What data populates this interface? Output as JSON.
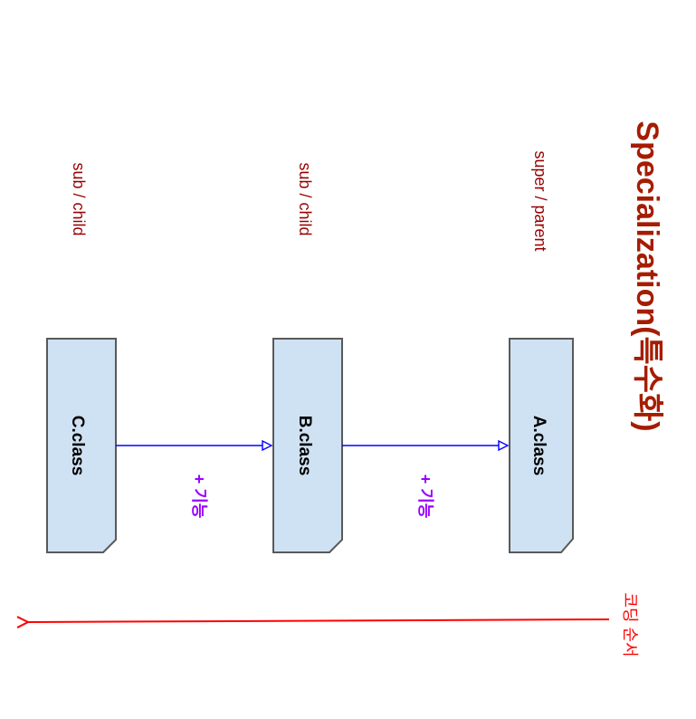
{
  "title": "Specialization(특수화)",
  "roles": {
    "a": "super / parent",
    "b": "sub / child",
    "c": "sub / child"
  },
  "classes": {
    "a": "A.class",
    "b": "B.class",
    "c": "C.class"
  },
  "edges": {
    "c_to_b": "+ 기능",
    "b_to_a": "+ 기능"
  },
  "order_label": "코딩 순서",
  "colors": {
    "title": "#a61c00",
    "role_text": "#980000",
    "box_fill": "#cfe2f3",
    "box_stroke": "#595959",
    "edge": "#0000ff",
    "edge_label": "#9900ff",
    "order_arrow": "#ff0000"
  }
}
